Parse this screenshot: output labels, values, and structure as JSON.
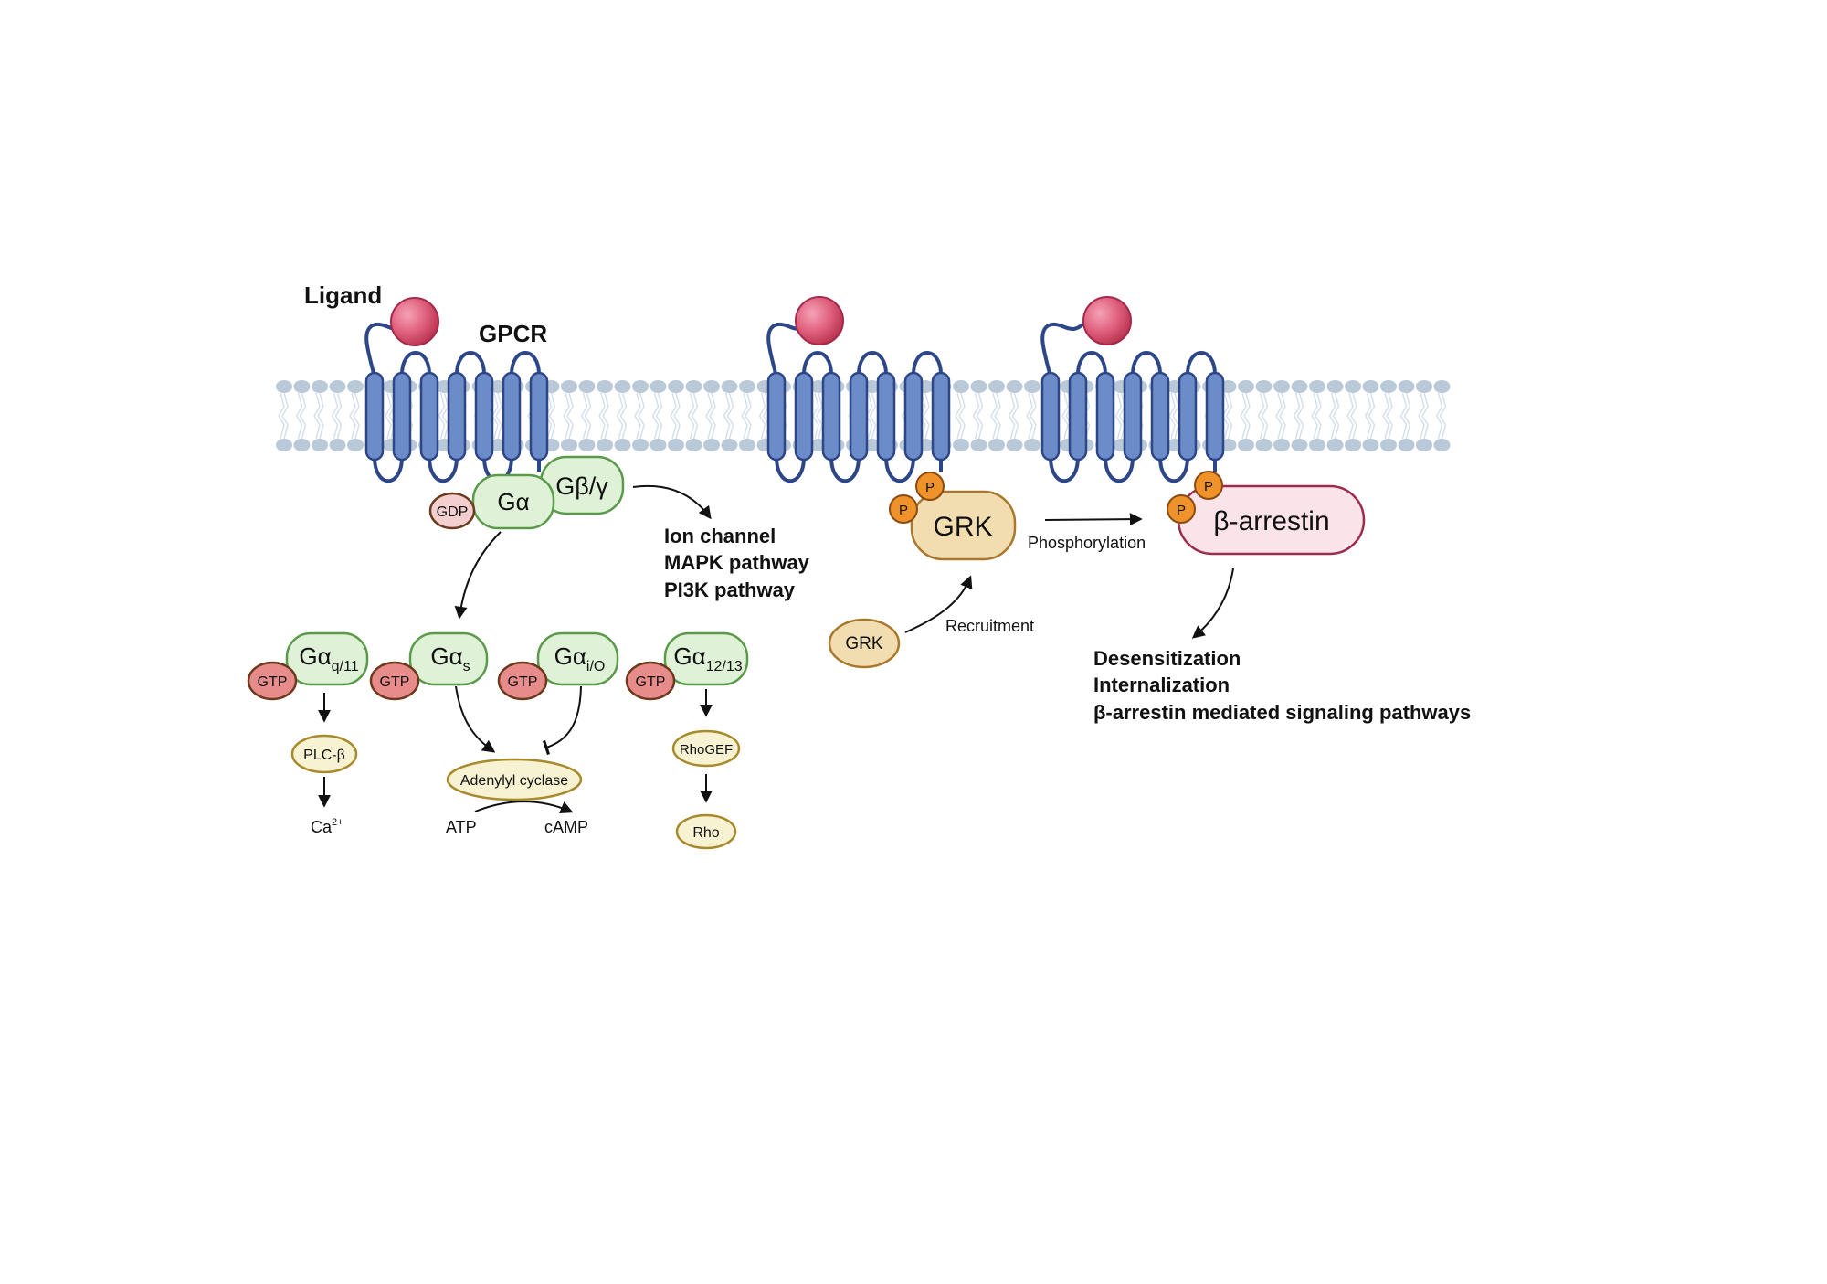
{
  "labels": {
    "ligand": "Ligand",
    "gpcr": "GPCR",
    "g_alpha": "Gα",
    "g_beta_gamma": "Gβ/γ",
    "gdp": "GDP",
    "gtp": "GTP",
    "downstream_1": [
      "Ion channel",
      "MAPK pathway",
      "PI3K pathway"
    ],
    "subunits": [
      {
        "base": "Gα",
        "sub": "q/11"
      },
      {
        "base": "Gα",
        "sub": "s"
      },
      {
        "base": "Gα",
        "sub": "i/O"
      },
      {
        "base": "Gα",
        "sub": "12/13"
      }
    ],
    "plc": "PLC-β",
    "ca_base": "Ca",
    "ca_sup": "2+",
    "adenylyl_cyclase": "Adenylyl cyclase",
    "atp": "ATP",
    "camp": "cAMP",
    "rhogef": "RhoGEF",
    "rho": "Rho",
    "grk_bound": "GRK",
    "grk_free": "GRK",
    "p": "P",
    "recruitment": "Recruitment",
    "phosphorylation": "Phosphorylation",
    "arrestin": "β-arrestin",
    "outcomes": [
      "Desensitization",
      "Internalization",
      "β-arrestin mediated signaling pathways"
    ]
  },
  "colors": {
    "membrane_head": "#b9c9d8",
    "membrane_tail": "#d6e0ea",
    "receptor_fill": "#6b8bc9",
    "receptor_stroke": "#2c4688",
    "ligand": "#e0607e",
    "g_protein_fill": "#dff2d8",
    "g_protein_stroke": "#5a9a4a",
    "gtp_fill": "#e88b8b",
    "gtp_stroke": "#6b3a1e",
    "gdp_fill": "#f3cfcf",
    "effector_fill": "#f7f3d2",
    "effector_stroke": "#a88a2c",
    "grk_fill": "#f2ddb0",
    "grk_stroke": "#a9782c",
    "phospho_fill": "#f0922a",
    "phospho_stroke": "#8a4a12",
    "arrestin_fill": "#fbe3ea",
    "arrestin_stroke": "#9c2b4c"
  }
}
